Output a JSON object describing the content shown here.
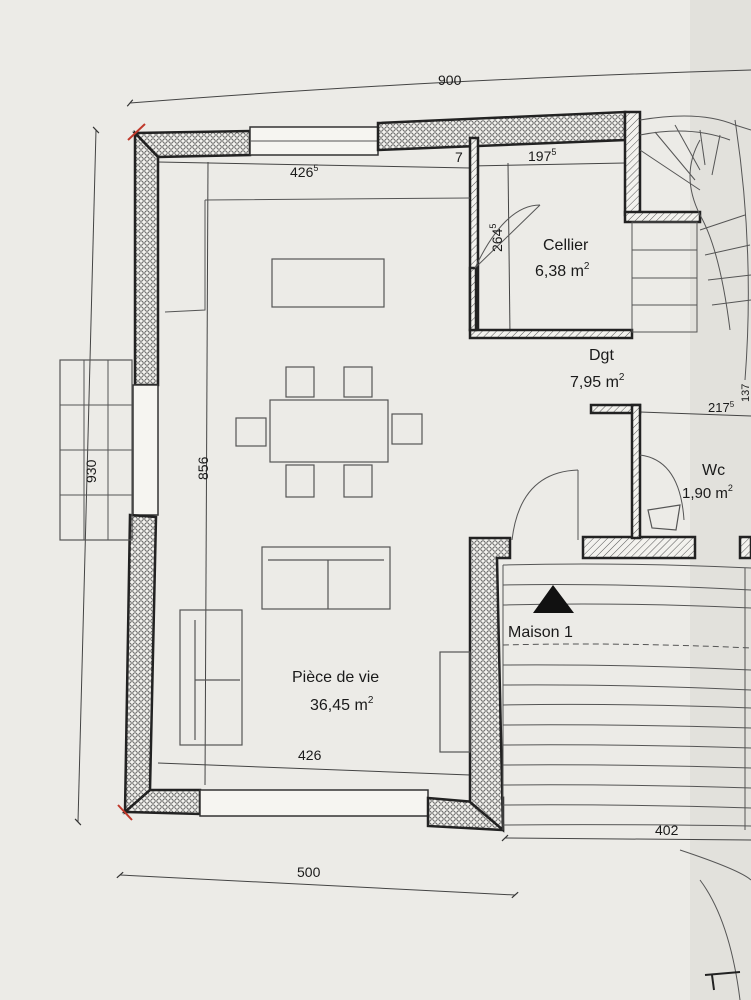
{
  "plan": {
    "overall_width": "900",
    "overall_height": "930",
    "interior_height": "856",
    "living_top_width": "426",
    "living_top_width_sup": "5",
    "living_bottom_width": "426",
    "bottom_segment": "500",
    "right_segment": "402",
    "wall_gap": "7",
    "cellier_width": "197",
    "cellier_width_sup": "5",
    "cellier_depth": "264",
    "cellier_depth_sup": "5",
    "wc_width": "217",
    "wc_width_sup": "5",
    "wc_side": "137"
  },
  "rooms": {
    "cellier": {
      "name": "Cellier",
      "area": "6,38 m",
      "sup": "2"
    },
    "dgt": {
      "name": "Dgt",
      "area": "7,95 m",
      "sup": "2"
    },
    "wc": {
      "name": "Wc",
      "area": "1,90 m",
      "sup": "2"
    },
    "living": {
      "name": "Pièce de vie",
      "area": "36,45 m",
      "sup": "2"
    }
  },
  "entrance_label": "Maison 1",
  "colors": {
    "paper": "#eeede9",
    "wall_line": "#222222",
    "marker": "#c0392b"
  }
}
